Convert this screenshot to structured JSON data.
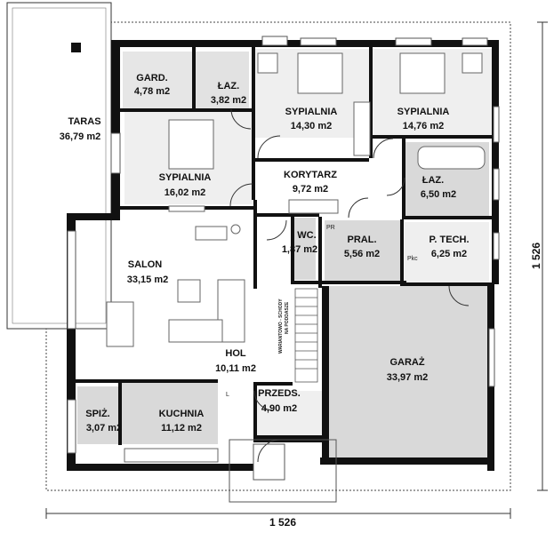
{
  "rooms": [
    {
      "id": "taras",
      "name": "TARAS",
      "area": "36,79 m2"
    },
    {
      "id": "gard",
      "name": "GARD.",
      "area": "4,78 m2"
    },
    {
      "id": "laz1",
      "name": "ŁAZ.",
      "area": "3,82 m2"
    },
    {
      "id": "sypialnia1",
      "name": "SYPIALNIA",
      "area": "14,30 m2"
    },
    {
      "id": "sypialnia2",
      "name": "SYPIALNIA",
      "area": "14,76 m2"
    },
    {
      "id": "sypialnia3",
      "name": "SYPIALNIA",
      "area": "16,02 m2"
    },
    {
      "id": "korytarz",
      "name": "KORYTARZ",
      "area": "9,72 m2"
    },
    {
      "id": "laz2",
      "name": "ŁAZ.",
      "area": "6,50 m2"
    },
    {
      "id": "wc",
      "name": "WC.",
      "area": "1,87 m2"
    },
    {
      "id": "pral",
      "name": "PRAL.",
      "area": "5,56 m2"
    },
    {
      "id": "ptech",
      "name": "P. TECH.",
      "area": "6,25 m2"
    },
    {
      "id": "salon",
      "name": "SALON",
      "area": "33,15 m2"
    },
    {
      "id": "hol",
      "name": "HOL",
      "area": "10,11 m2"
    },
    {
      "id": "garaz",
      "name": "GARAŻ",
      "area": "33,97 m2"
    },
    {
      "id": "przeds",
      "name": "PRZEDS.",
      "area": "4,90 m2"
    },
    {
      "id": "spiz",
      "name": "SPIŻ.",
      "area": "3,07 m2"
    },
    {
      "id": "kuchnia",
      "name": "KUCHNIA",
      "area": "11,12 m2"
    }
  ],
  "dimensions": {
    "width": "1 526",
    "depth": "1 526"
  },
  "annotations": {
    "stairs_line1": "WARIANTOWO - SCHODY",
    "stairs_line2": "NA PODDASZE",
    "pr": "PR",
    "pc": "Pkc",
    "l": "L"
  },
  "colors": {
    "wall": "#111111",
    "floor_gray": "#d9d9d9",
    "floor_light": "#efefef",
    "background": "#ffffff"
  }
}
